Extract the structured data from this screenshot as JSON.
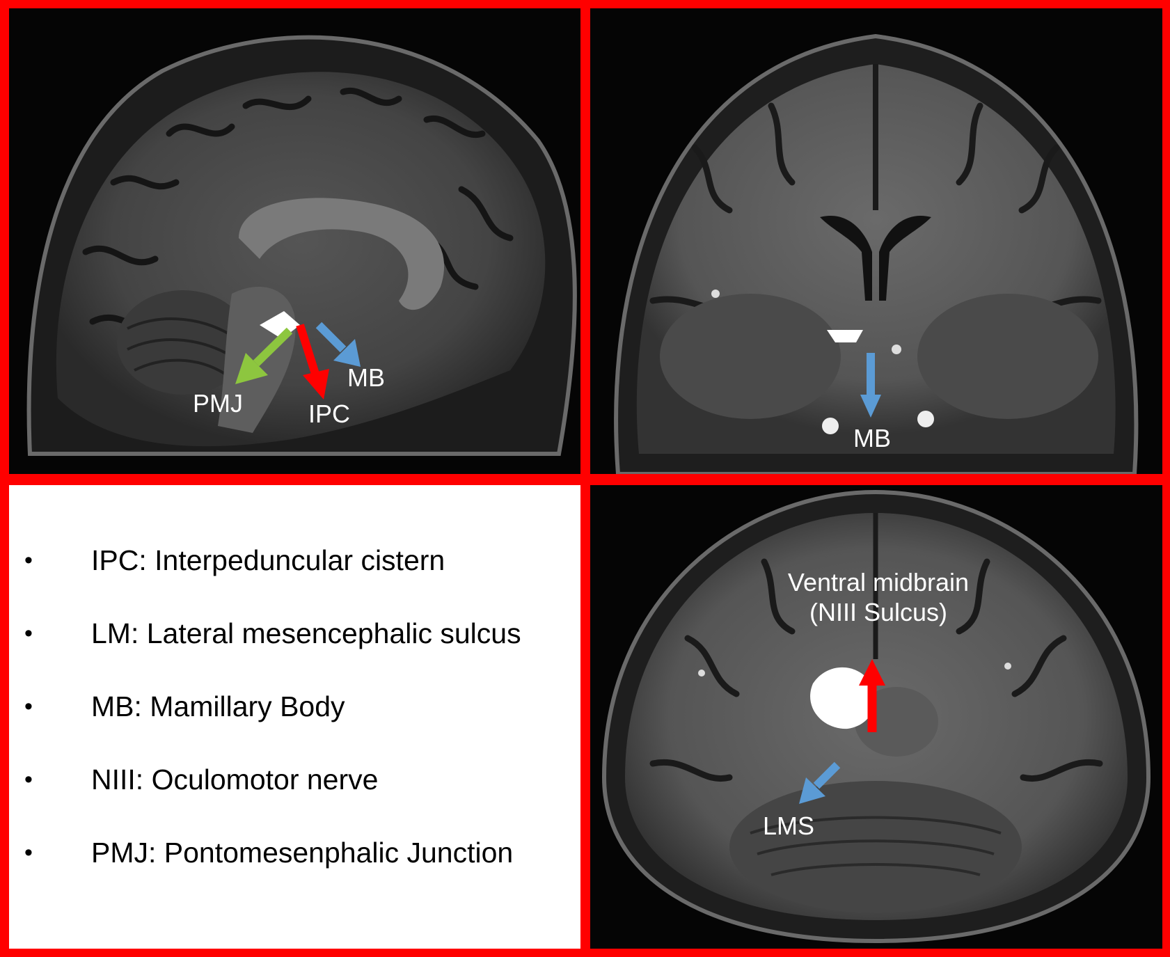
{
  "colors": {
    "frame": "#ff0000",
    "arrow_red": "#ff0000",
    "arrow_blue": "#5b9bd5",
    "arrow_green": "#8dc63f",
    "label_text": "#ffffff"
  },
  "panels": {
    "sagittal": {
      "labels": {
        "pmj": "PMJ",
        "ipc": "IPC",
        "mb": "MB"
      }
    },
    "coronal": {
      "labels": {
        "mb": "MB"
      }
    },
    "axial": {
      "labels": {
        "ventral_line1": "Ventral midbrain",
        "ventral_line2": "(NIII Sulcus)",
        "lms": "LMS"
      }
    }
  },
  "legend": {
    "bullet": "•",
    "items": [
      "IPC: Interpeduncular cistern",
      "LM: Lateral mesencephalic sulcus",
      "MB: Mamillary Body",
      "NIII: Oculomotor nerve",
      "PMJ: Pontomesenphalic Junction"
    ]
  }
}
